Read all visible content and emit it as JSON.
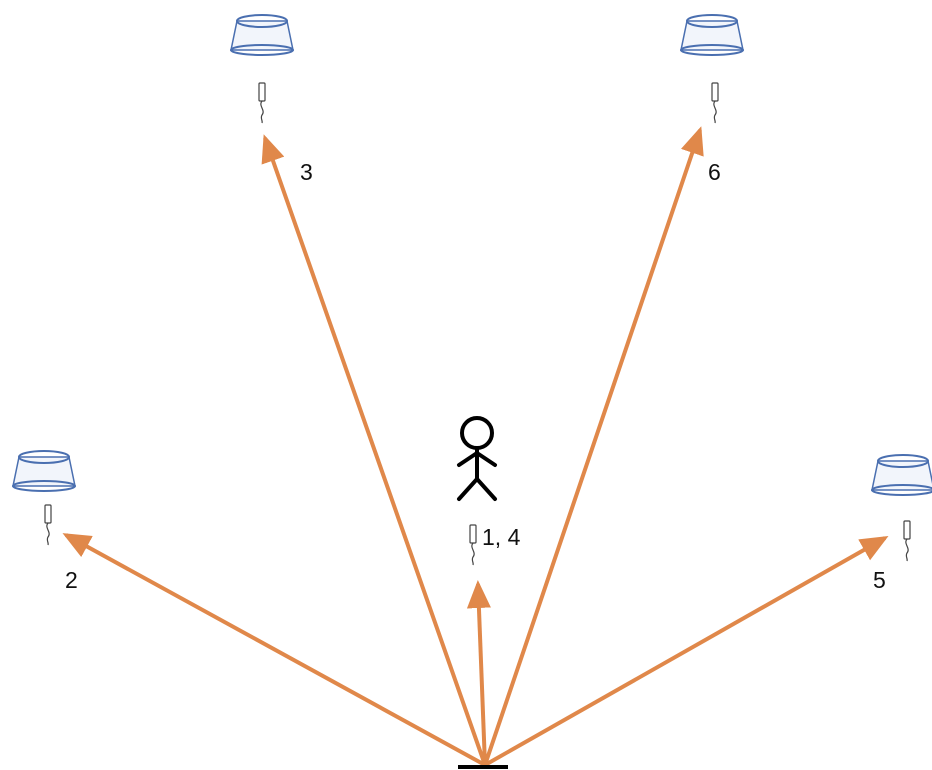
{
  "colors": {
    "arrow": "#E0884A",
    "lamp_outline": "#4A6FB0",
    "lamp_fill": "#F2F5FB",
    "person": "#000000",
    "text": "#111111",
    "base": "#000000"
  },
  "icons": {
    "lamp": "lamp-shade-icon",
    "pendant": "pendant-switch-icon",
    "person": "stick-figure-icon",
    "base": "base-line"
  },
  "labels": {
    "pos_1_4": "1, 4",
    "pos_2": "2",
    "pos_3": "3",
    "pos_5": "5",
    "pos_6": "6"
  }
}
